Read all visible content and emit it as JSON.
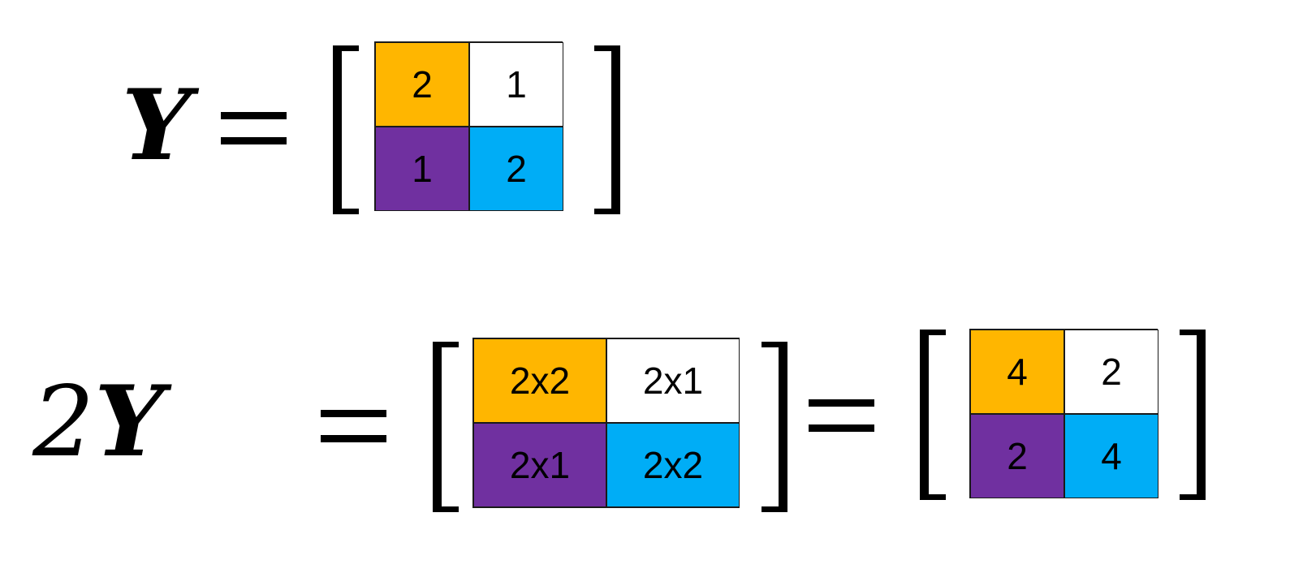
{
  "colors": {
    "orange": "#FFB600",
    "white": "#FFFFFF",
    "purple": "#7030A0",
    "blue": "#00ADF6"
  },
  "row1": {
    "lhs_symbol": "Y",
    "equals": "=",
    "matrix": {
      "cells": [
        {
          "value": "2",
          "color": "orange"
        },
        {
          "value": "1",
          "color": "white"
        },
        {
          "value": "1",
          "color": "purple"
        },
        {
          "value": "2",
          "color": "blue"
        }
      ]
    }
  },
  "row2": {
    "lhs_coefficient": "2",
    "lhs_symbol": "Y",
    "equals_1": "=",
    "expansion_matrix": {
      "cells": [
        {
          "value": "2x2",
          "color": "orange"
        },
        {
          "value": "2x1",
          "color": "white"
        },
        {
          "value": "2x1",
          "color": "purple"
        },
        {
          "value": "2x2",
          "color": "blue"
        }
      ]
    },
    "equals_2": "=",
    "result_matrix": {
      "cells": [
        {
          "value": "4",
          "color": "orange"
        },
        {
          "value": "2",
          "color": "white"
        },
        {
          "value": "2",
          "color": "purple"
        },
        {
          "value": "4",
          "color": "blue"
        }
      ]
    }
  }
}
